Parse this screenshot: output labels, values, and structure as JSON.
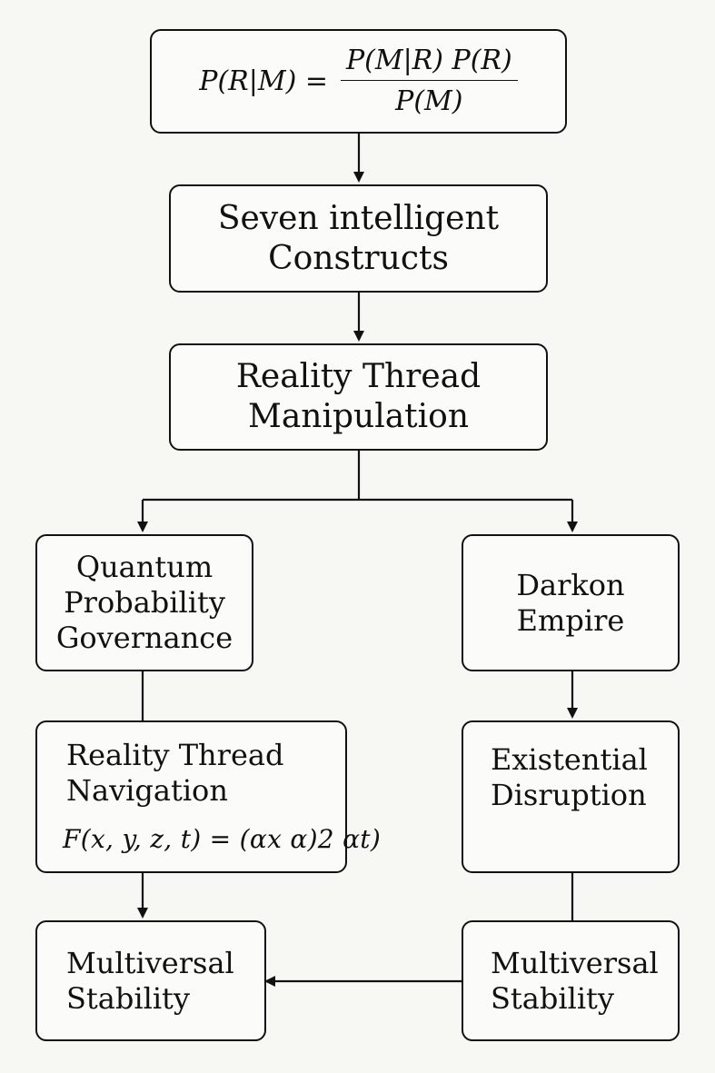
{
  "formula": {
    "lhs": "P(R|M) =",
    "numerator": "P(M|R) P(R)",
    "denominator": "P(M)"
  },
  "nodes": {
    "seven_constructs": {
      "line1": "Seven intelligent",
      "line2": "Constructs"
    },
    "reality_thread_manipulation": {
      "line1": "Reality Thread",
      "line2": "Manipulation"
    },
    "quantum_probability_governance": {
      "line1": "Quantum",
      "line2": "Probability",
      "line3": "Governance"
    },
    "darkon_empire": {
      "line1": "Darkon",
      "line2": "Empire"
    },
    "reality_thread_navigation": {
      "line1": "Reality Thread",
      "line2": "Navigation",
      "equation": "F(x, y, z, t) = (αx α)2 αt)"
    },
    "existential_disruption": {
      "line1": "Existential",
      "line2": "Disruption"
    },
    "multiversal_stability_left": {
      "line1": "Multiversal",
      "line2": "Stability"
    },
    "multiversal_stability_right": {
      "line1": "Multiversal",
      "line2": "Stability"
    }
  },
  "colors": {
    "stroke": "#111111",
    "background": "#f7f7f4",
    "box_fill": "#fbfbf9"
  }
}
